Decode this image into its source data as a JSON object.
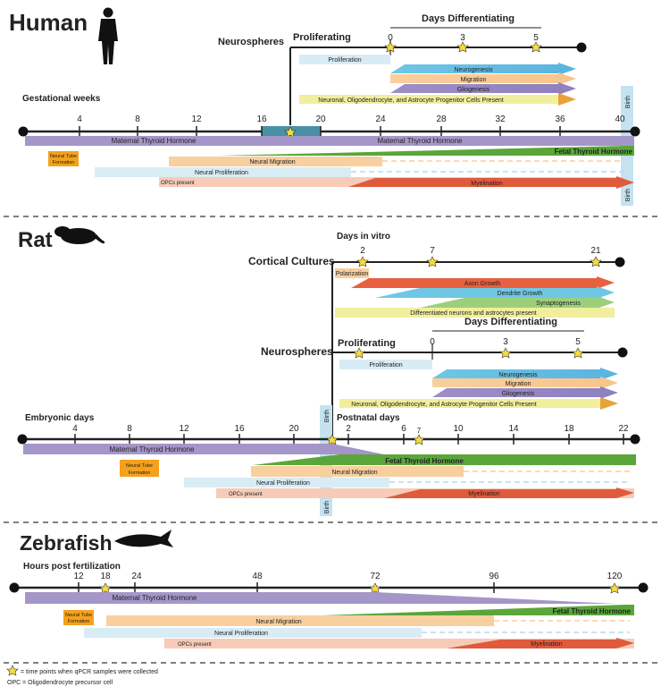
{
  "sections": {
    "human": {
      "title": "Human",
      "axis_label": "Gestational weeks",
      "ticks": [
        "4",
        "8",
        "12",
        "16",
        "20",
        "24",
        "28",
        "32",
        "36",
        "40"
      ],
      "culture_label": "Neurospheres",
      "proliferating_label": "Proliferating",
      "days_label": "Days Differentiating",
      "day_ticks": [
        "0",
        "3",
        "5"
      ],
      "culture_bars": [
        "Proliferation",
        "Neurogenesis",
        "Migration",
        "Gliogenesis",
        "Neuronal, Oligodendrocyte, and Astrocyte Progenitor Cells Present"
      ],
      "hormone_maternal_left": "Maternal Thyroid Hormone",
      "hormone_maternal_right": "Maternal Thyroid Hormone",
      "hormone_fetal": "Fetal Thyroid Hormone",
      "neural_tube_line1": "Neural Tube",
      "neural_tube_line2": "Formation",
      "dev_bars": [
        "Neural Migration",
        "Neural Proliferation",
        "OPCs present",
        "Myelination"
      ],
      "birth": "Birth"
    },
    "rat": {
      "title": "Rat",
      "axis_label": "Embryonic days",
      "postnatal_label": "Postnatal days",
      "ticks": [
        "4",
        "8",
        "12",
        "16",
        "20"
      ],
      "postnatal_ticks": [
        "2",
        "6",
        "7",
        "10",
        "14",
        "18",
        "22"
      ],
      "cortical_label": "Cortical Cultures",
      "div_label": "Days in vitro",
      "div_ticks": [
        "2",
        "7",
        "21"
      ],
      "cortical_bars": [
        "Polarization",
        "Axon Growth",
        "Dendrite Growth",
        "Synaptogenesis",
        "Differentiated neurons and astrocytes present"
      ],
      "culture_label": "Neurospheres",
      "proliferating_label": "Proliferating",
      "days_label": "Days Differentiating",
      "day_ticks": [
        "0",
        "3",
        "5"
      ],
      "culture_bars": [
        "Proliferation",
        "Neurogenesis",
        "Migration",
        "Gliogenesis",
        "Neuronal, Oligodendrocyte, and Astrocyte Progenitor Cells Present"
      ],
      "hormone_maternal": "Maternal Thyroid Hormone",
      "hormone_fetal": "Fetal Thyroid Hormone",
      "neural_tube_line1": "Neural Tube",
      "neural_tube_line2": "Formation",
      "dev_bars": [
        "Neural Migration",
        "Neural Proliferation",
        "OPCs present",
        "Myelination"
      ],
      "birth": "Birth"
    },
    "zebrafish": {
      "title": "Zebrafish",
      "axis_label": "Hours post fertilization",
      "ticks": [
        "12",
        "18",
        "24",
        "48",
        "72",
        "96",
        "120"
      ],
      "hormone_maternal": "Maternal Thyroid Hormone",
      "hormone_fetal": "Fetal Thyroid Hormone",
      "neural_tube_line1": "Neural Tube",
      "neural_tube_line2": "Formation",
      "dev_bars": [
        "Neural Migration",
        "Neural Proliferation",
        "OPCs present",
        "Myelination"
      ]
    }
  },
  "legend": {
    "star_note": "= time points when qPCR samples were collected",
    "opc_note": "OPC = Oligodendrocyte precursor cell"
  },
  "colors": {
    "maternal": "#a596c9",
    "fetal": "#5aa63a",
    "migration": "#f8cf9f",
    "proliferation": "#d8ecf5",
    "opc": "#f7cbb8",
    "myelination": "#e05a3c",
    "neurogenesis": "#6fc7e4",
    "gliogenesis": "#9d8fc6",
    "progenitor": "#f1ef9d",
    "axon": "#e8603f",
    "neural_tube": "#f5a11b",
    "birth": "#c4e2f0"
  }
}
